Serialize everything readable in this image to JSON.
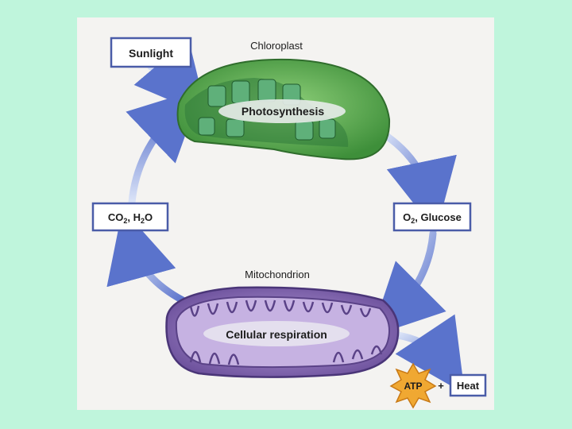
{
  "colors": {
    "page_background": "#bff5dc",
    "figure_background": "#f4f3f1",
    "box_border": "#4a5ca8",
    "arrow": "#6c84d2",
    "chloroplast": "#4fa44a",
    "mitochondrion": "#7a5aa8",
    "atp_star": "#f0a832"
  },
  "diagram": {
    "sunlight": "Sunlight",
    "chloroplast_title": "Chloroplast",
    "photosynthesis": "Photosynthesis",
    "co2_h2o": {
      "a": "CO",
      "a_sub": "2",
      "b": ", H",
      "b_sub": "2",
      "c": "O"
    },
    "o2_glucose": {
      "a": "O",
      "a_sub": "2",
      "b": ", Glucose"
    },
    "mitochondrion_title": "Mitochondrion",
    "cellular_respiration": "Cellular respiration",
    "atp": "ATP",
    "plus": "+",
    "heat": "Heat"
  }
}
